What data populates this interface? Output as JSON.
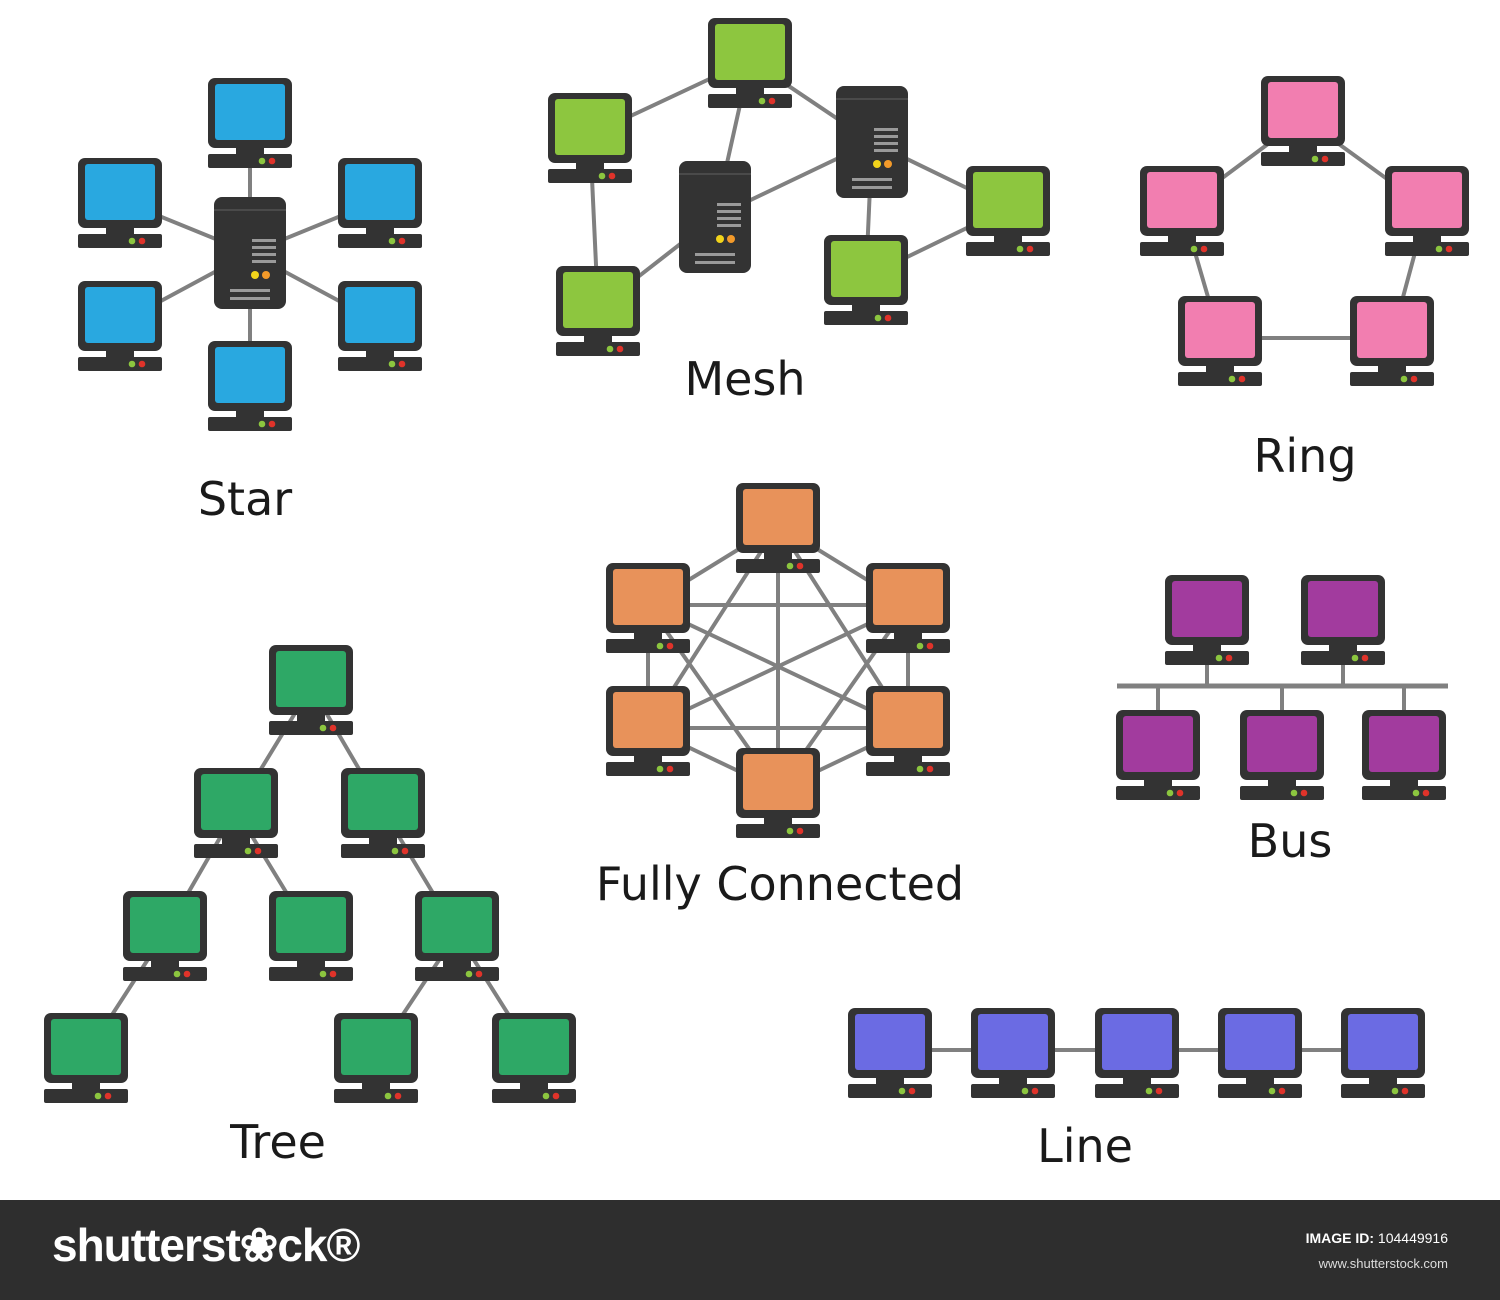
{
  "labels": {
    "star": "Star",
    "mesh": "Mesh",
    "ring": "Ring",
    "tree": "Tree",
    "fully_connected": "Fully Connected",
    "bus": "Bus",
    "line": "Line"
  },
  "colors": {
    "star": "#29a8e0",
    "mesh": "#8dc63f",
    "ring": "#f27eb0",
    "tree": "#2ea866",
    "fully_connected": "#e8925a",
    "bus": "#a23b9e",
    "line": "#6b6be3",
    "device_body": "#333333",
    "link": "#808080",
    "led_green": "#8cc63f",
    "led_red": "#e0332a",
    "led_yellow": "#f2d41b",
    "led_orange": "#f39a2a"
  },
  "footer": {
    "logo": "shutterst❀ck®",
    "image_id_label": "IMAGE ID:",
    "image_id": "104449916",
    "site": "www.shutterstock.com"
  }
}
